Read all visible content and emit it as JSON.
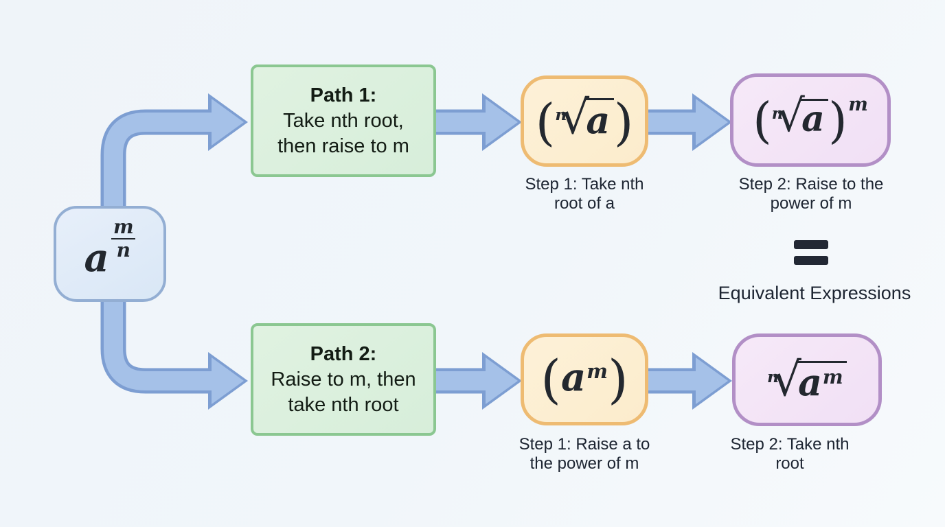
{
  "colors": {
    "background": "#f1f6fa",
    "arrow_fill": "#a5c1e8",
    "arrow_outline": "#7d9ed2",
    "start_fill": "#dde9f7",
    "start_border": "#93aed3",
    "path_fill": "#ddf0de",
    "path_border": "#8bc791",
    "step_fill": "#fcefd3",
    "step_border": "#eebb72",
    "result_fill": "#f4e5f7",
    "result_border": "#b28fc6",
    "text_dark": "#1c2431",
    "math_ink": "#23282f"
  },
  "start": {
    "base": "a",
    "exp_num": "m",
    "exp_den": "n"
  },
  "path1": {
    "title": "Path 1:",
    "line1": "Take nth root,",
    "line2": "then raise to m",
    "step1": {
      "paren_open": "(",
      "idx": "n",
      "radical": "√",
      "radicand": "a",
      "paren_close": ")",
      "caption_line1": "Step 1: Take nth",
      "caption_line2": "root of a"
    },
    "step2": {
      "paren_open": "(",
      "idx": "n",
      "radical": "√",
      "radicand": "a",
      "paren_close": ")",
      "power": "m",
      "caption_line1": "Step 2: Raise to the",
      "caption_line2": "power of m"
    }
  },
  "path2": {
    "title": "Path 2:",
    "line1": "Raise to m, then",
    "line2": "take nth root",
    "step1": {
      "paren_open": "(",
      "base": "a",
      "power": "m",
      "paren_close": ")",
      "caption_line1": "Step 1: Raise a to",
      "caption_line2": "the power of m"
    },
    "step2": {
      "idx": "n",
      "radical": "√",
      "radicand_base": "a",
      "radicand_power": "m",
      "caption_line1": "Step 2: Take nth",
      "caption_line2": "root"
    }
  },
  "equivalence": {
    "equals_symbol": "=",
    "label": "Equivalent Expressions"
  }
}
